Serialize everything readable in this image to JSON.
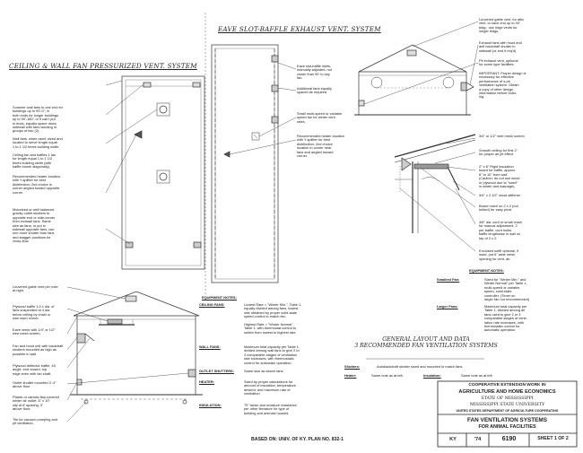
{
  "headings": {
    "left": "CEILING & WALL FAN PRESSURIZED VENT. SYSTEM",
    "top": "EAVE SLOT-BAFFLE EXHAUST VENT. SYSTEM",
    "caption": "GENERAL LAYOUT AND DATA\n3 RECOMMENDED FAN VENTILATION SYSTEMS",
    "based_on": "BASED ON: UNIV. OF KY. PLAN NO. 832-1"
  },
  "left_notes": [
    "Summer wall fans to one end for\nbuildings up to 90'-0\"; in\nboth ends for longer buildings\nup to 90'-180'; or if can't put\nin ends, equally space down\nsidewall with fans working in\ngroups of two (2).",
    "Wall fans, when used, sized and\nlocated to serve length equal\n1 to 1 1/2 times building width.",
    "Ceiling fan and baffles 1 fan\nfor length equal 1 to 1 1/2\ntimes building width (with\nbaffle tunnel diagonally).",
    "Recommended heater location,\nwith Y-splitter for best\ndistribution; 2nd choice in\ncorner angled toward opposite\ncorner.",
    "Motorized or well balanced\ngravity outlet shutters to\nopposite end or side-corner\nfrom endwall fans. Same\nsize as fans; or put in\nsidewall opposite fans, use\none more shutter than fans\nand stagger positions for\ncross-flow.",
    "Louvered gable vent per note\nat right.",
    "Plywood baffle 1.5 x dia. of\nfans suspended at 4 dia.\nbelow ceiling by chain or\nwire each corner.",
    "Eave vents with 1/4\" or 1/2\"\nwire mesh screen.",
    "Fan and hood unit with backdraft\nshutters mounted as high as\npossible in wall.",
    "Plywood deflector baffle, 45\nangle, end closed, top\nedge even with fan shaft.",
    "Outlet shutter mounted 3'-4\"\nabove floor.",
    "Plastic or canvas flap-covered\nwinter air outlet, 6\" x 10\"\nslip at 8' spacing, 3'\nabove floor.",
    "Tile for vacuum pumping and\npit ventilation."
  ],
  "top_plan_notes": [
    "Eave slot-baffle inlets,\nmanually adjusted, not\ncloser than 90' to any\nfan.",
    "Additional fans equally\nspaced as required.",
    "Small multi-speed or variable\nspeed fan for winter vent.\nrates.",
    "Recommended heater location\nwith Y-splitter for best\ndistribution; 2nd choice\nlocation in corner near\nfans and angled toward\ncorner."
  ],
  "right_notes": [
    "Louvered gable vent, for attic\nvent. to each end up to 90'\nbldg.; use ridge vents for\nlonger bldgs.",
    "Exhaust fans with hood and\nanti backdraft shutter in\nsidewall (or end if req'd)",
    "Pit exhaust vent, optional\nfor some type facilities.",
    "IMPORTANT: Proper design is\nnecessary for effective\nperformance of a pit\nventilation system. Obtain\na copy of other design\ninformation before build-\ning.",
    "3/4\" or 1/2\" wire mesh screen",
    "Smooth ceiling for first 2'\nfor proper air jet effect.",
    "2\" x 8\" Rigid insulation\nboard for baffle, approx.\n8\" to 10\" from wall\n(Caution: do not use wood\nor plywood due to \"swell\"\nin winter and warpage).",
    "3/4\" x 2 1/2\" wood stiffener",
    "Board notch on 2 x 2 (not\nbolted) for easy pivot.",
    "3/8\" dia. cord or small chain\nfor manual adjustment, 2\nper baffle, cord holds\nbaffle lengthwise in wall on\ntop of 2 x 2.",
    "Enclosed soffit optional, if\nused, put 6\" wide mesh\nopening for vent. air."
  ],
  "center_equipment": {
    "title": "EQUIPMENT NOTES:",
    "items": [
      {
        "label": "CEILING FANS:",
        "text": "Lowest Rate = \"Winter Min.\", Table 1,\nequally divided among fans, lowest\nrate obtained by proper solid-state\nspeed control to match fan.\n\nHighest Rate = \"Winter Normal\",\nTable 1, with thermostat control to\nswitch from lowest to highest rate."
      },
      {
        "label": "WALL FANS:",
        "text": "Maximum total capacity per Table 1,\ndivided among wall fans to give 2 to\n3 comparable stages of ventilation\nrate increases, with thermostatic\ncontrol for automatic operation."
      },
      {
        "label": "OUTLET SHUTTERS:",
        "text": "Same size as above fans."
      },
      {
        "label": "HEATER:",
        "text": "Sized by proper calculations for\namount of insulation, temperature\ndesired, and maximum rate of\nventilation."
      },
      {
        "label": "INSULATION:",
        "text": "\"R\" factor and moisture resistance\nper other literature for type of\nbuilding and animals housed."
      }
    ]
  },
  "right_equipment": {
    "title": "EQUIPMENT NOTES:",
    "items": [
      {
        "label": "Smallest Fan:",
        "text": "Sized for \"Winter Min.\" and\nWinter Normal\" per Table 1,\nmulti-speed or variable\nspeed, solid-state\ncontroller. (Timer on\nlarger fan not recommended)"
      },
      {
        "label": "Larger Fans:",
        "text": "Maximum total capacity per\nTable 1, divided among all\nfans used to give 2 or 3\ncomparable stages of venti-\nlation rate increases, with\nthermostatic control for\nautomatic operation."
      }
    ],
    "shutters": {
      "label": "Shutters:",
      "text": "Autobackdraft shutter sized and mounted to match fans."
    },
    "heater": {
      "label": "Heater:",
      "text": "Same note as at left."
    },
    "insulation": {
      "label": "Insulation:",
      "text": "Same note as at left."
    }
  },
  "title_block": {
    "org1": "COOPERATIVE EXTENSION WORK IN",
    "org2": "AGRICULTURE AND HOME ECONOMICS",
    "org3": "STATE OF MISSISSIPPI",
    "org4": "MISSISSIPPI STATE UNIVERSITY",
    "org5": "UNITED STATES DEPARTMENT OF AGRICULTURE COOPERATING",
    "title1": "FAN VENTILATION SYSTEMS",
    "title2": "FOR ANIMAL FACILITIES",
    "state": "KY",
    "year": "'74",
    "number": "6190",
    "sheet": "SHEET 1 OF 2"
  }
}
